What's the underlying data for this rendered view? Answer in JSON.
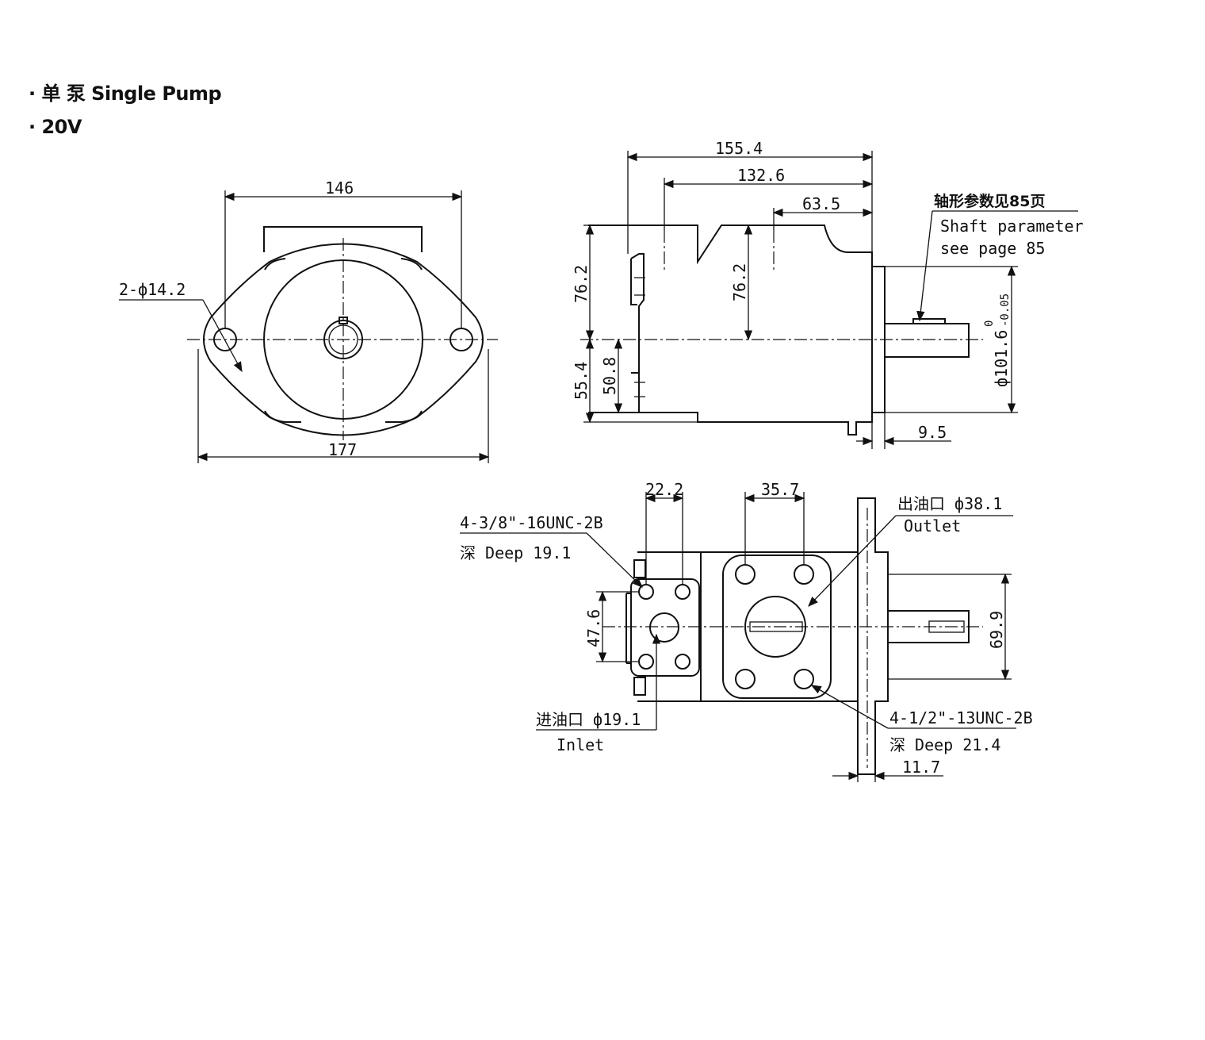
{
  "headings": {
    "title": "· 单  泵 Single Pump",
    "model": "· 20V"
  },
  "front_view": {
    "dim_top": "146",
    "dim_bottom": "177",
    "hole_label": "2-ф14.2"
  },
  "side_view": {
    "dim_overall": "155.4",
    "dim_body": "132.6",
    "dim_port": "63.5",
    "dim_height_left": "76.2",
    "dim_height_mid": "76.2",
    "dim_base": "55.4",
    "dim_base_inner": "50.8",
    "dim_flange": "9.5",
    "dim_pilot": "ф101.6",
    "pilot_tol_upper": "0",
    "pilot_tol_lower": "-0.05",
    "shaft_note_cn": "轴形参数见85页",
    "shaft_note_en_1": "Shaft parameter",
    "shaft_note_en_2": "see page 85"
  },
  "top_view": {
    "dim_inlet_width": "22.2",
    "dim_outlet_width": "35.7",
    "dim_inlet_height": "47.6",
    "dim_outlet_height": "69.9",
    "dim_flange_thk": "11.7",
    "inlet_thread_1": "4-3/8\"-16UNC-2B",
    "inlet_thread_2": "深 Deep 19.1",
    "outlet_label_cn": "出油口 ф38.1",
    "outlet_label_en": "Outlet",
    "inlet_label_cn": "进油口 ф19.1",
    "inlet_label_en": "Inlet",
    "outlet_thread_1": "4-1/2\"-13UNC-2B",
    "outlet_thread_2": "深 Deep 21.4"
  }
}
